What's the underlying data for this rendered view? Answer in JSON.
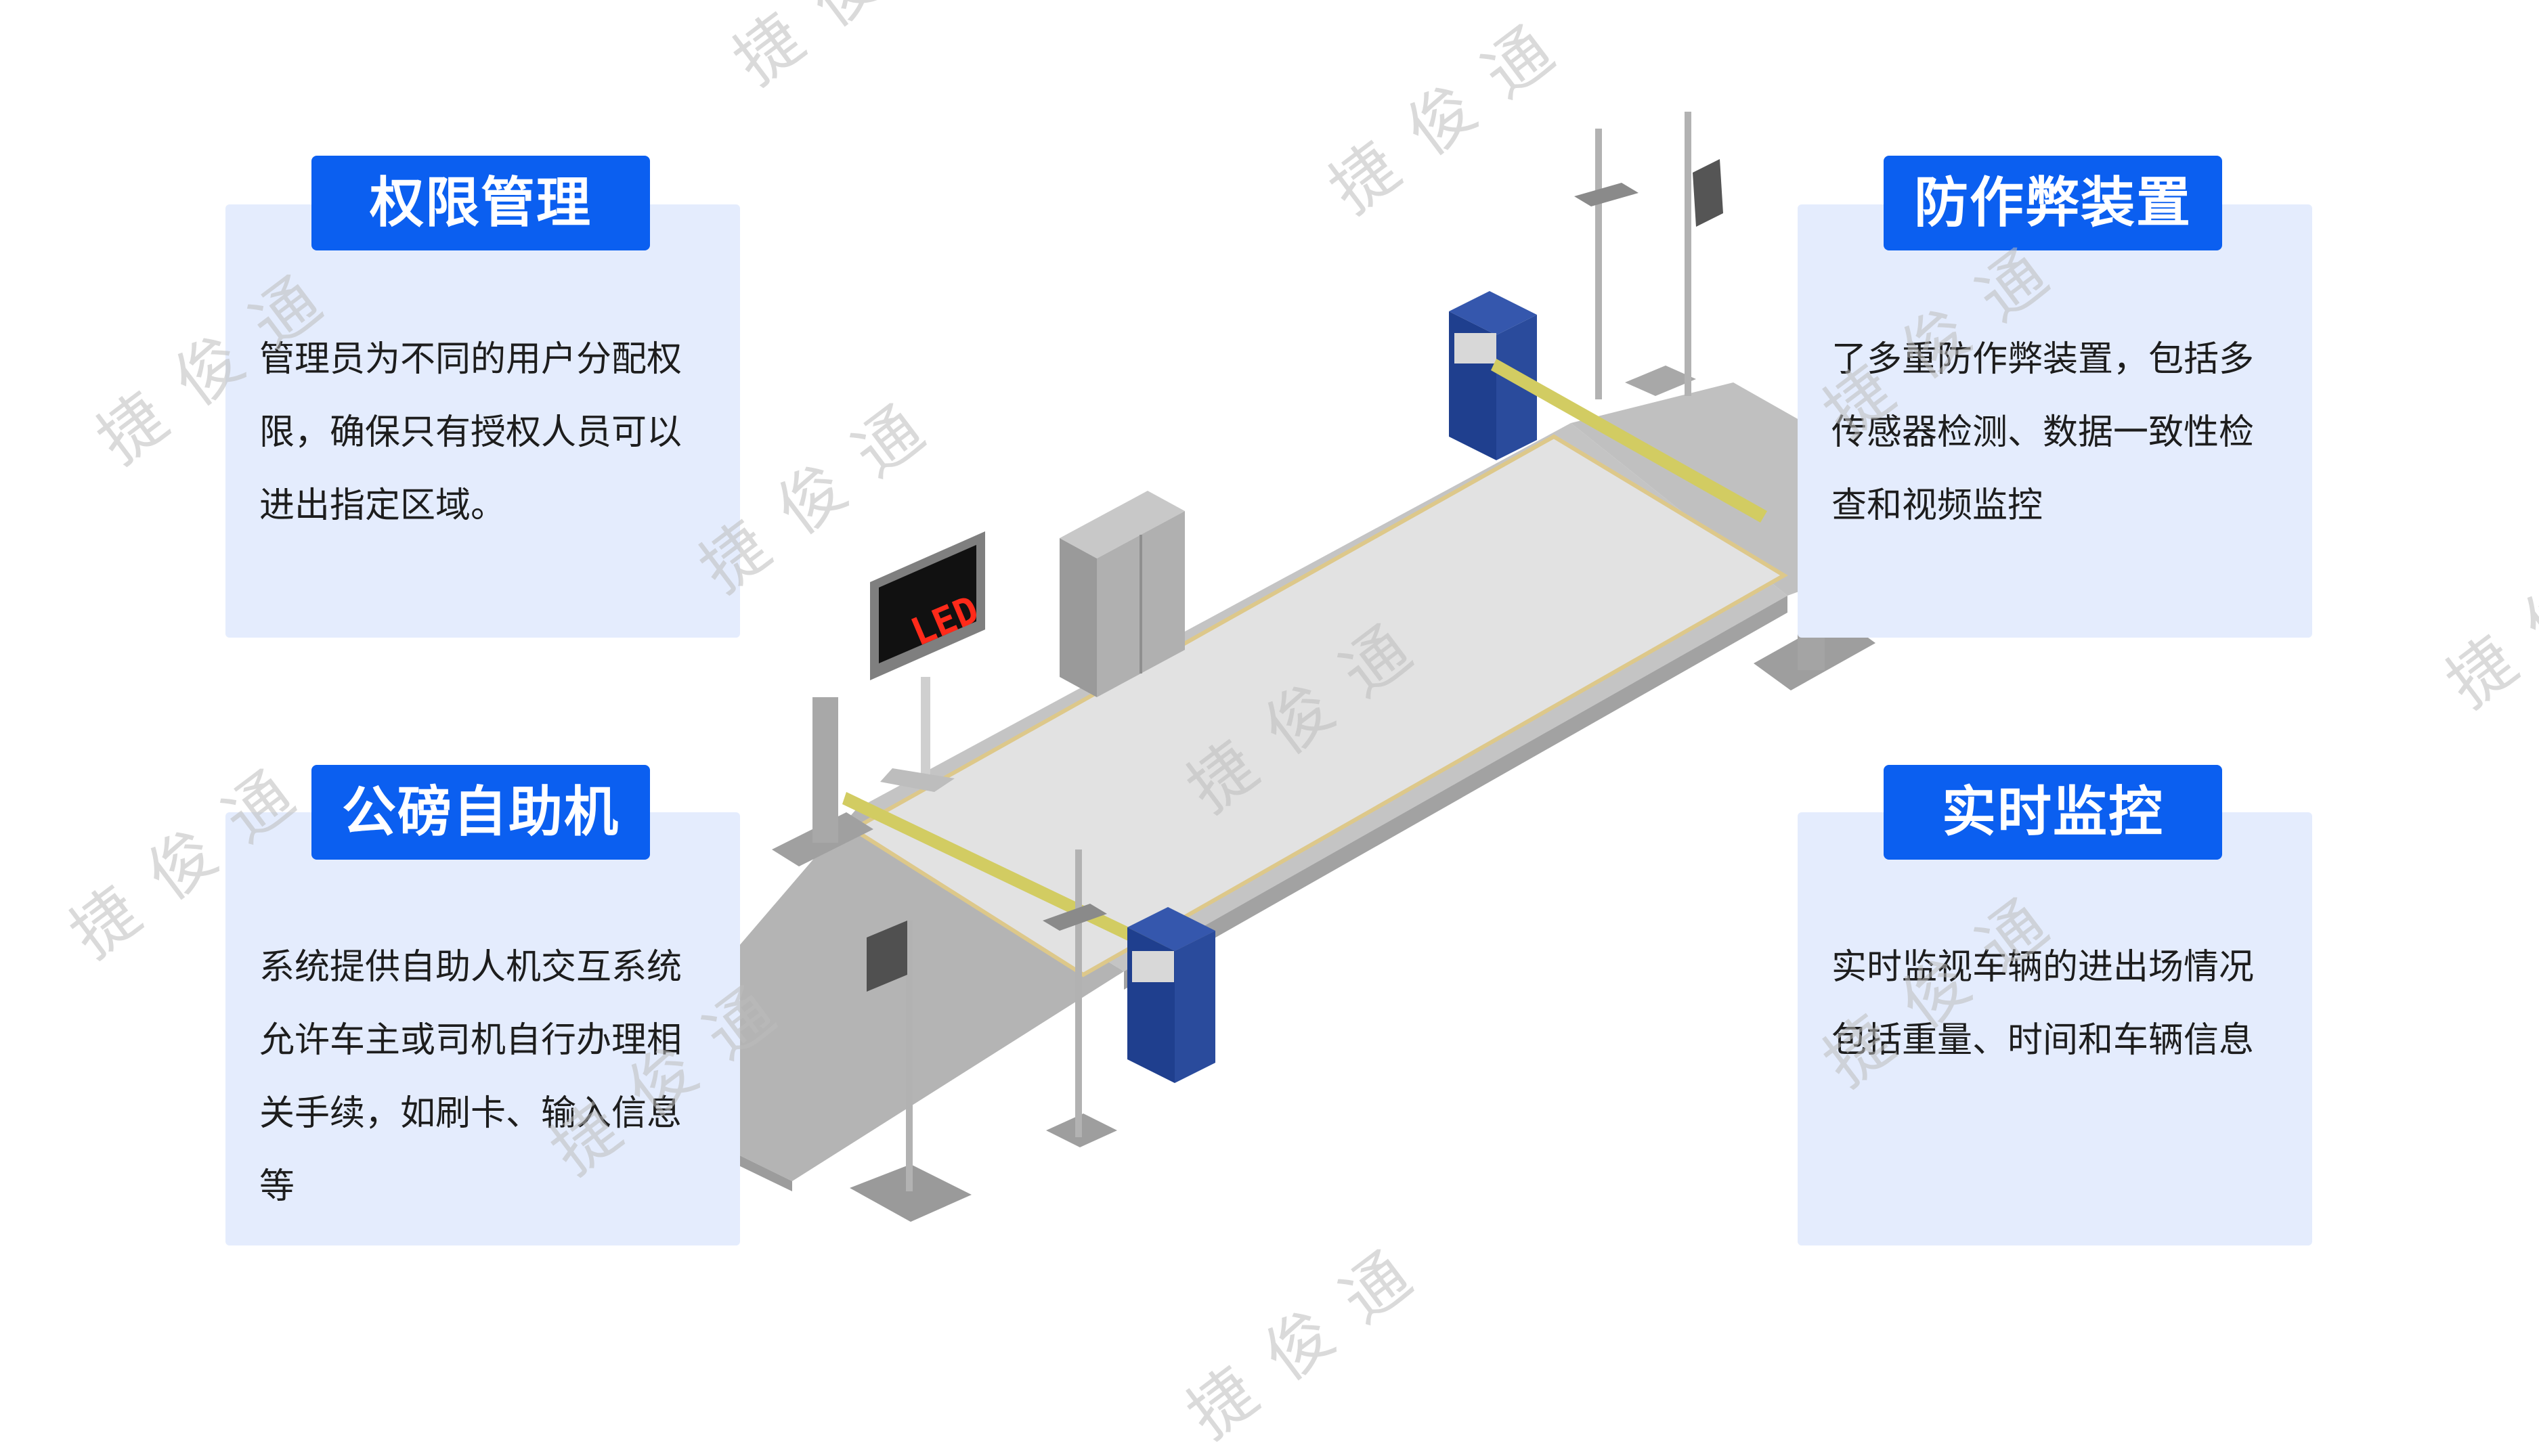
{
  "panels": {
    "access": {
      "title": "权限管理",
      "text": "管理员为不同的用户分配权限，确保只有授权人员可以进出指定区域。"
    },
    "kiosk": {
      "title": "公磅自助机",
      "text": "系统提供自助人机交互系统允许车主或司机自行办理相关手续，如刷卡、输入信息等"
    },
    "anticheat": {
      "title": "防作弊装置",
      "text": "了多重防作弊装置，包括多传感器检测、数据一致性检查和视频监控"
    },
    "monitor": {
      "title": "实时监控",
      "text": "实时监视车辆的进出场情况包括重量、时间和车辆信息"
    }
  },
  "scene": {
    "led_label": "LED"
  },
  "watermark": "捷俊通",
  "colors": {
    "title_bg": "#0b5ff0",
    "panel_bg": "#e4ecfd",
    "gate_blue": "#23459a",
    "barrier_yellow": "#d2cc62",
    "led_red": "#ff2a1a"
  }
}
